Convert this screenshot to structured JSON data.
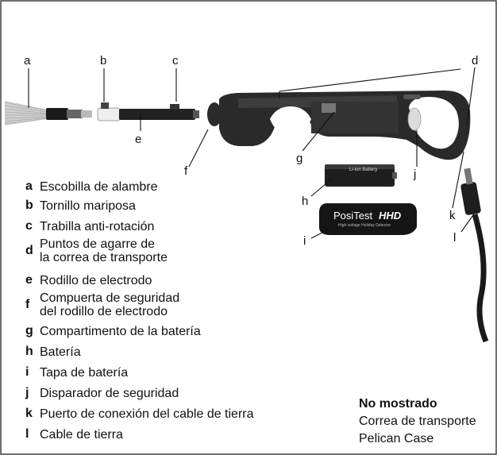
{
  "callouts": {
    "a": "a",
    "b": "b",
    "c": "c",
    "d": "d",
    "e": "e",
    "f": "f",
    "g": "g",
    "h": "h",
    "i": "i",
    "j": "j",
    "k": "k",
    "l": "l"
  },
  "legend": [
    {
      "key": "a",
      "text": "Escobilla de alambre"
    },
    {
      "key": "b",
      "text": "Tornillo mariposa"
    },
    {
      "key": "c",
      "text": "Trabilla anti-rotación"
    },
    {
      "key": "d",
      "text": "Puntos de agarre de\nla correa de transporte"
    },
    {
      "key": "e",
      "text": "Rodillo de electrodo"
    },
    {
      "key": "f",
      "text": "Compuerta de seguridad\ndel rodillo de electrodo"
    },
    {
      "key": "g",
      "text": "Compartimento de la batería"
    },
    {
      "key": "h",
      "text": "Batería"
    },
    {
      "key": "i",
      "text": "Tapa de batería"
    },
    {
      "key": "j",
      "text": "Disparador de seguridad"
    },
    {
      "key": "k",
      "text": "Puerto de conexión del cable de tierra"
    },
    {
      "key": "l",
      "text": "Cable de tierra"
    }
  ],
  "not_shown": {
    "heading": "No mostrado",
    "items": [
      "Correa de transporte",
      "Pelican Case"
    ]
  },
  "product": {
    "battery_label": "Li-ion Battery",
    "cover_brand": "PosiTest",
    "cover_model": "HHD",
    "cover_subtitle": "High voltage Holiday Detector"
  }
}
